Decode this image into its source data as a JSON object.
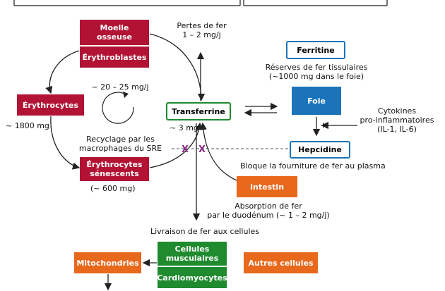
{
  "boxes": {
    "moelle": "Moelle\nosseuse",
    "erythroblastes": "Érythroblastes",
    "erythrocytes": "Érythrocytes",
    "erythrocytes_senescents": "Érythrocytes\nsénescents",
    "transferrine": "Transferrine",
    "ferritine": "Ferritine",
    "foie": "Foie",
    "hepcidine": "Hepcidine",
    "intestin": "Intestin",
    "cellules_musculaires": "Cellules\nmusculaires",
    "cardiomyocytes": "Cardiomyocytes",
    "mitochondries": "Mitochondries",
    "autres_cellules": "Autres cellules"
  },
  "labels": {
    "pertes_fer": "Pertes de fer\n1 – 2 mg/j",
    "reserves": "Réserves de fer tissulaires\n(~1000 mg dans le foie)",
    "flux_moelle": "~ 20 – 25 mg/j",
    "ery_amount": "~ 1800 mg",
    "transferrine_amount": "~ 3 mg",
    "cytokines": "Cytokines\npro-inflammatoires\n(IL-1, IL-6)",
    "plus_sign": "+",
    "recyclage": "Recyclage par les\nmacrophages du SRE",
    "senescent_amount": "(~ 600 mg)",
    "bloque": "Bloque la fourniture de fer au plasma",
    "absorption": "Absorption de fer\npar le duodénum (~ 1 – 2 mg/j)",
    "livraison": "Livraison de fer aux cellules"
  },
  "colors": {
    "red": "#b21234",
    "orange": "#e8681c",
    "green": "#1f8a2e",
    "blue": "#1b74ba",
    "inhibition_x": "#8a2a8a"
  }
}
